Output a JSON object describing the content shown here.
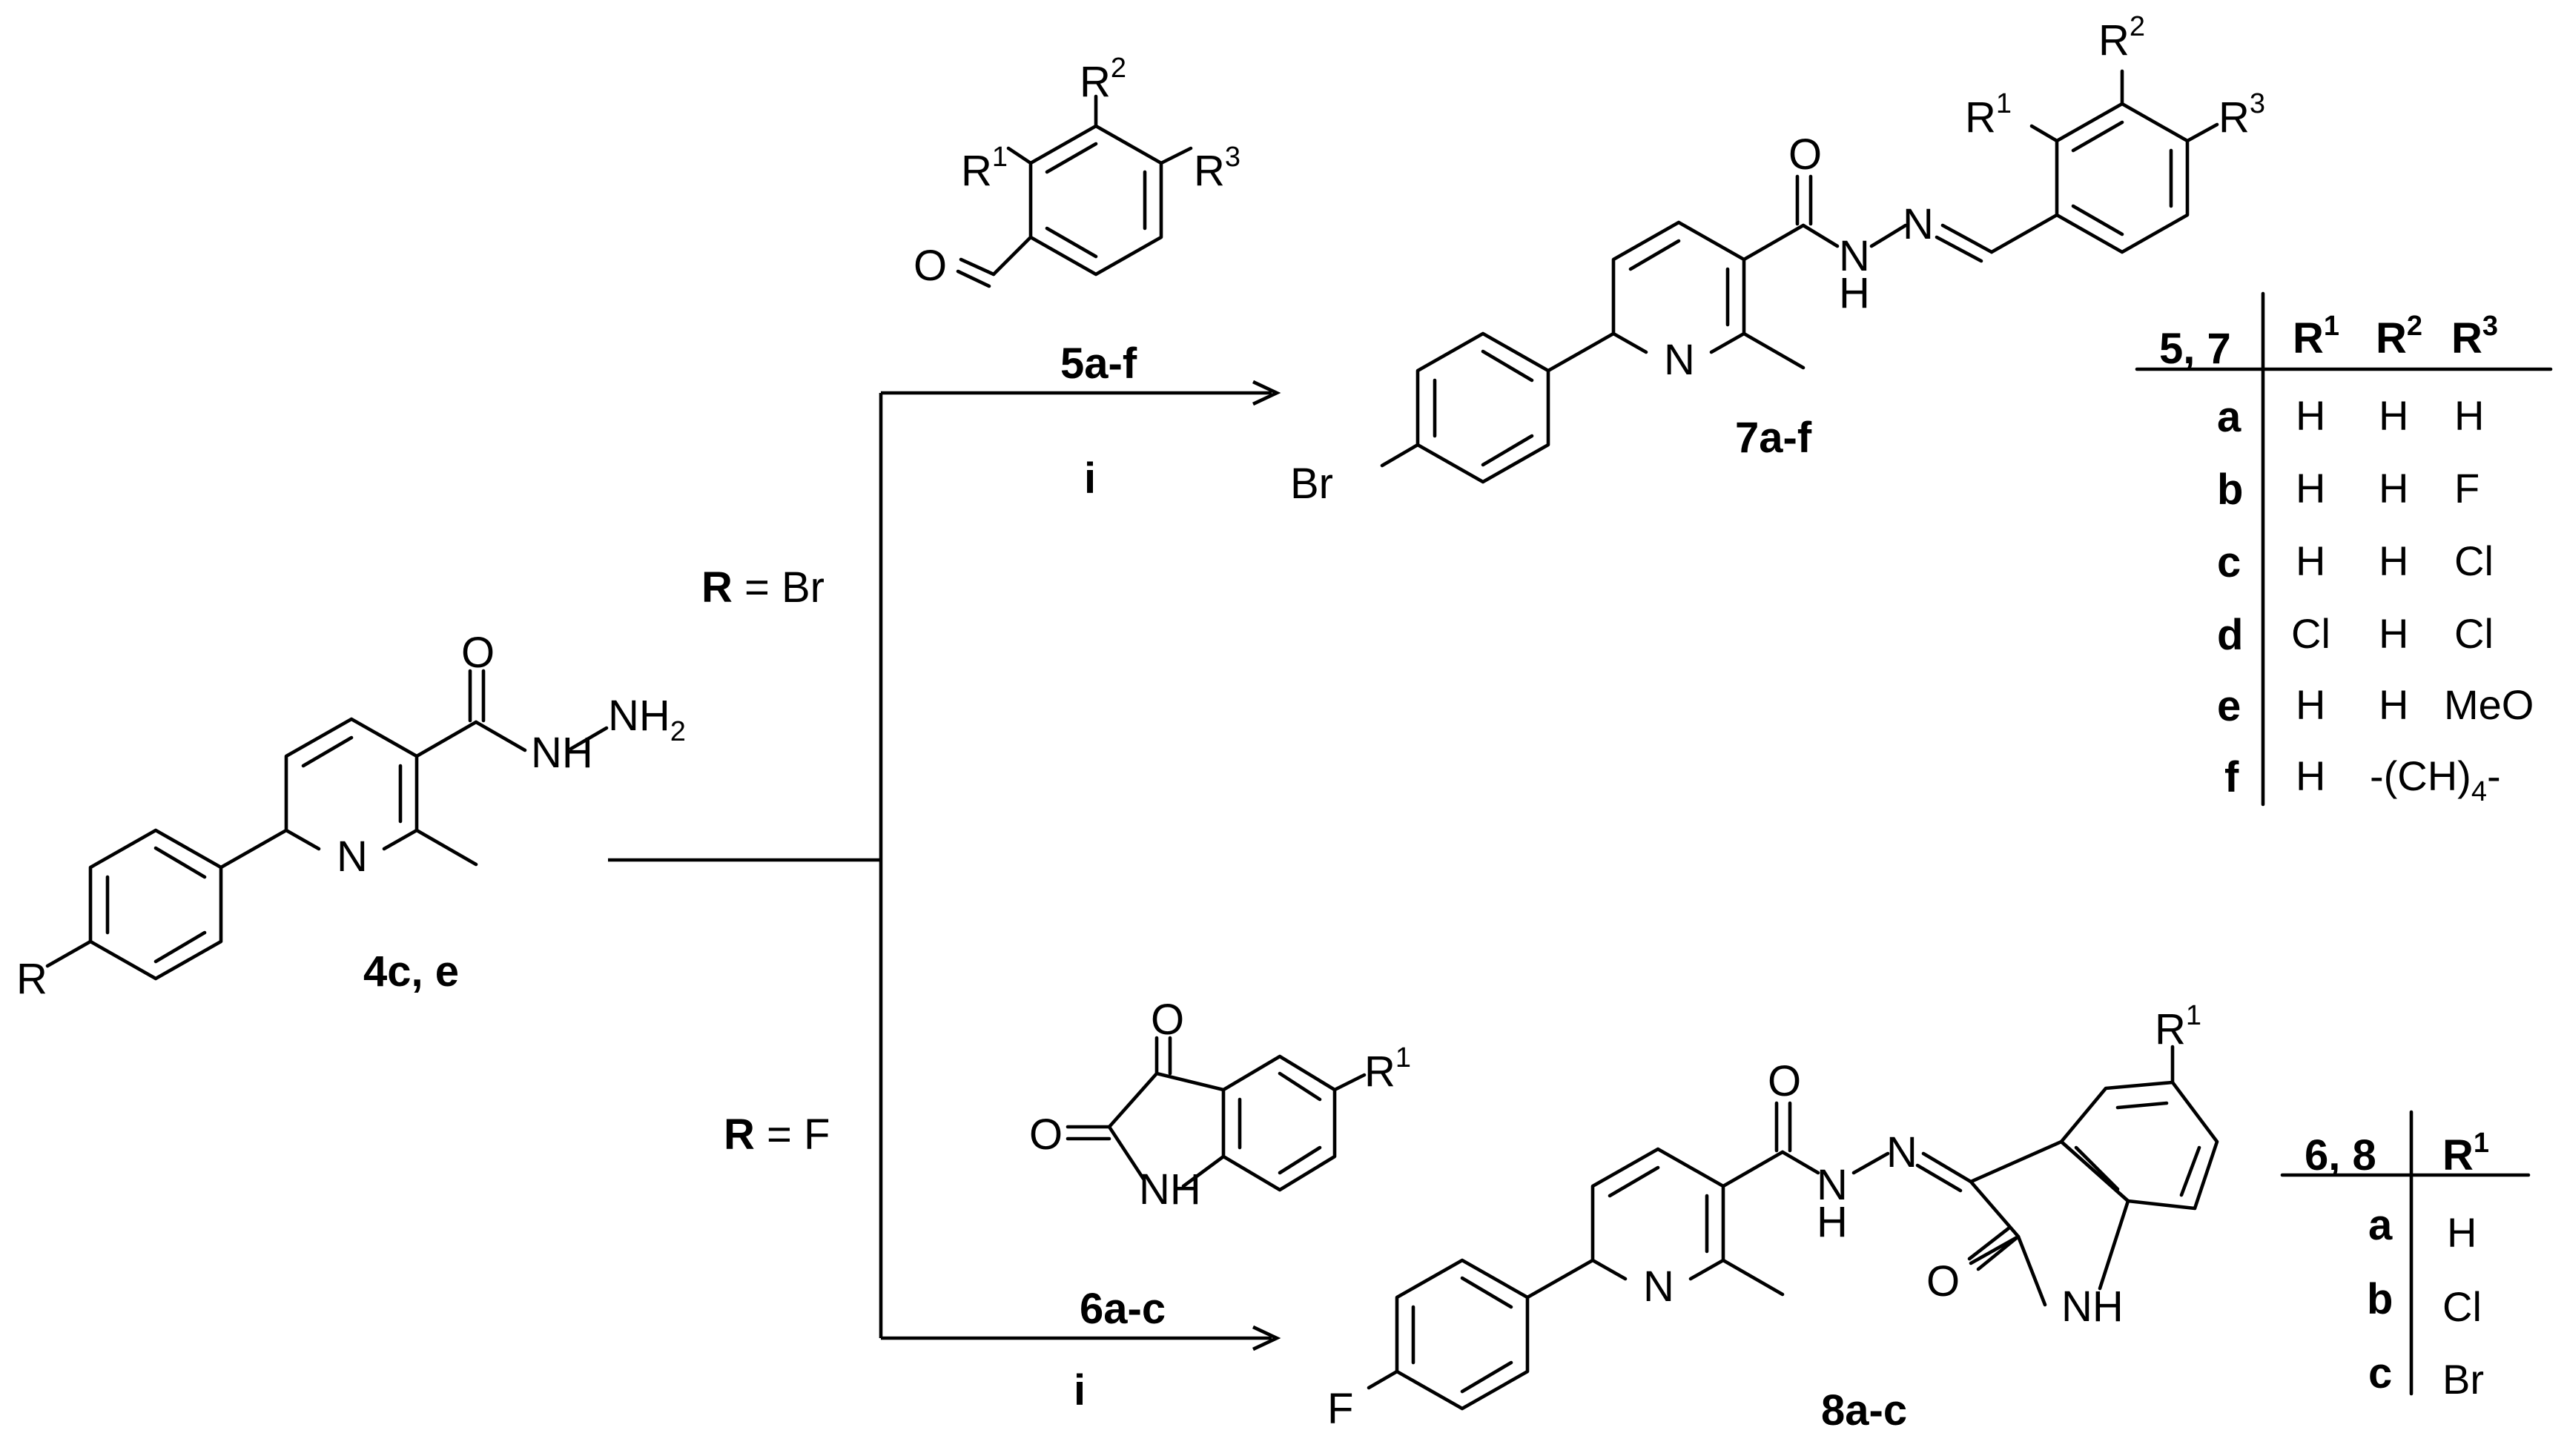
{
  "atoms": {
    "O": "O",
    "N": "N",
    "H": "H",
    "NH": "NH",
    "NH2_main": "NH",
    "NH2_sub": "2",
    "R": "R",
    "R1_base": "R",
    "R1_sup": "1",
    "R2_sup": "2",
    "R3_sup": "3",
    "Br": "Br",
    "F": "F"
  },
  "compounds": {
    "start": "4c, e",
    "aldehydes": "5a-f",
    "isatins": "6a-c",
    "product_top": "7a-f",
    "product_bottom": "8a-c"
  },
  "conditions": {
    "top_branch_bold": "R",
    "top_branch_rest": " = Br",
    "bottom_branch_bold": "R",
    "bottom_branch_rest": " = F",
    "reagent_top": "i",
    "reagent_bottom": "i"
  },
  "table_top": {
    "corner": "5, 7",
    "headers": [
      {
        "base": "R",
        "sup": "1"
      },
      {
        "base": "R",
        "sup": "2"
      },
      {
        "base": "R",
        "sup": "3"
      }
    ],
    "rows": [
      {
        "id": "a",
        "r1": "H",
        "r2": "H",
        "r3": "H"
      },
      {
        "id": "b",
        "r1": "H",
        "r2": "H",
        "r3": "F"
      },
      {
        "id": "c",
        "r1": "H",
        "r2": "H",
        "r3": "Cl"
      },
      {
        "id": "d",
        "r1": "Cl",
        "r2": "H",
        "r3": "Cl"
      },
      {
        "id": "e",
        "r1": "H",
        "r2": "H",
        "r3": "MeO"
      },
      {
        "id": "f",
        "r1": "H",
        "r23_main": "-(CH)",
        "r23_sub": "4",
        "r23_end": "-"
      }
    ]
  },
  "table_bottom": {
    "corner": "6, 8",
    "header": {
      "base": "R",
      "sup": "1"
    },
    "rows": [
      {
        "id": "a",
        "r1": "H"
      },
      {
        "id": "b",
        "r1": "Cl"
      },
      {
        "id": "c",
        "r1": "Br"
      }
    ]
  }
}
